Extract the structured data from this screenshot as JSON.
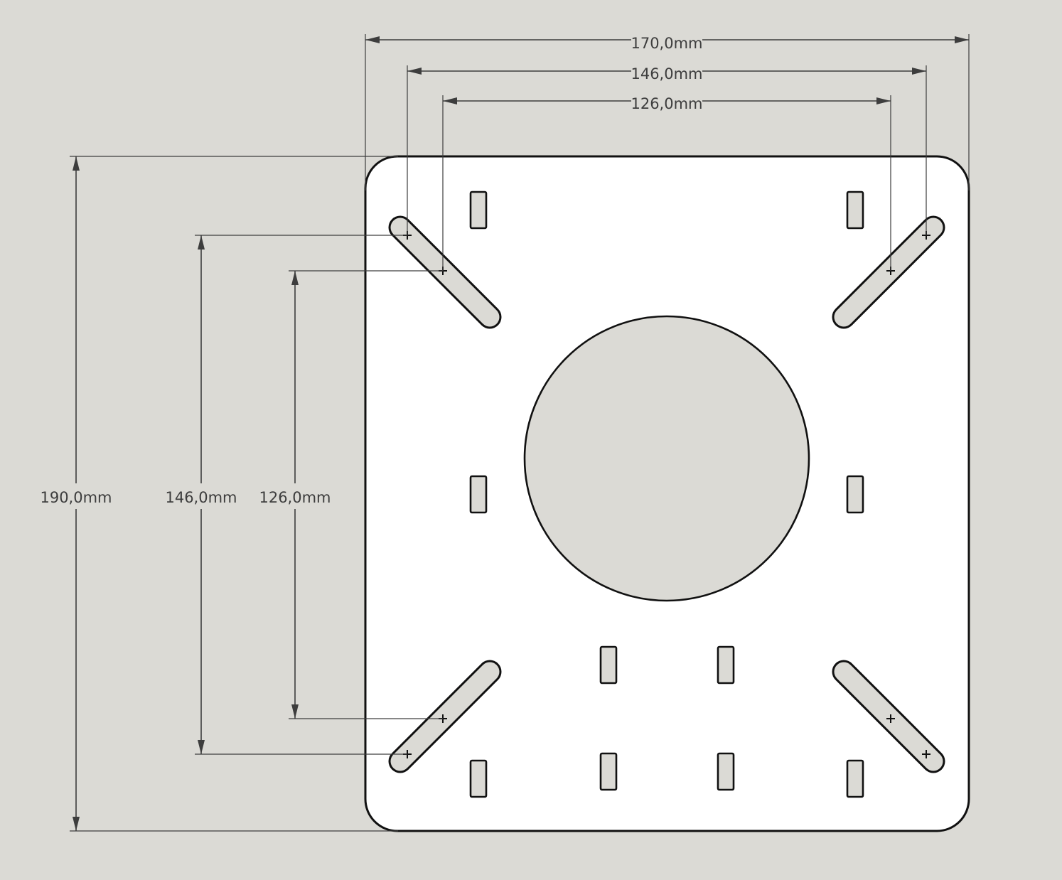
{
  "dimensions": {
    "top_overall": "170,0mm",
    "top_middle": "146,0mm",
    "top_inner": "126,0mm",
    "left_overall": "190,0mm",
    "left_middle": "146,0mm",
    "left_inner": "126,0mm"
  },
  "colors": {
    "background": "#dbdad5",
    "plate": "#ffffff",
    "outline": "#111111",
    "dimension": "#3d3d3d"
  }
}
